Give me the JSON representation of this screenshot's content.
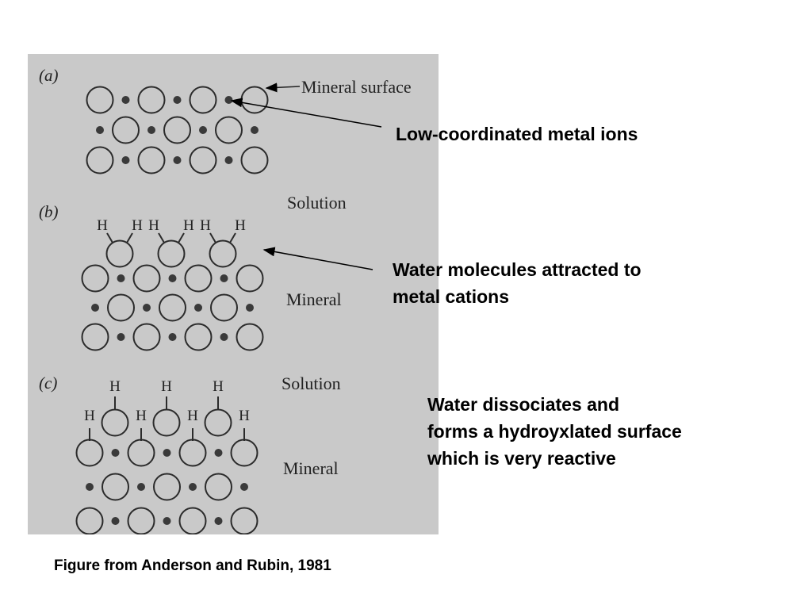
{
  "panels": {
    "a": {
      "label": "(a)",
      "surface_label": "Mineral surface"
    },
    "b": {
      "label": "(b)",
      "solution_label": "Solution",
      "mineral_label": "Mineral"
    },
    "c": {
      "label": "(c)",
      "solution_label": "Solution",
      "mineral_label": "Mineral"
    }
  },
  "atom_label": "H",
  "callouts": {
    "low_coordinated": "Low-coordinated metal ions",
    "water_attracted": [
      "Water molecules attracted to",
      "metal cations"
    ],
    "water_dissociates": [
      "Water dissociates and",
      "forms a hydroyxlated surface",
      "which is very reactive"
    ]
  },
  "caption": "Figure from Anderson and Rubin, 1981",
  "colors": {
    "panel_bg": "#c9c9c9",
    "ion": "#3a3a3a",
    "stroke": "#2b2b2b"
  }
}
